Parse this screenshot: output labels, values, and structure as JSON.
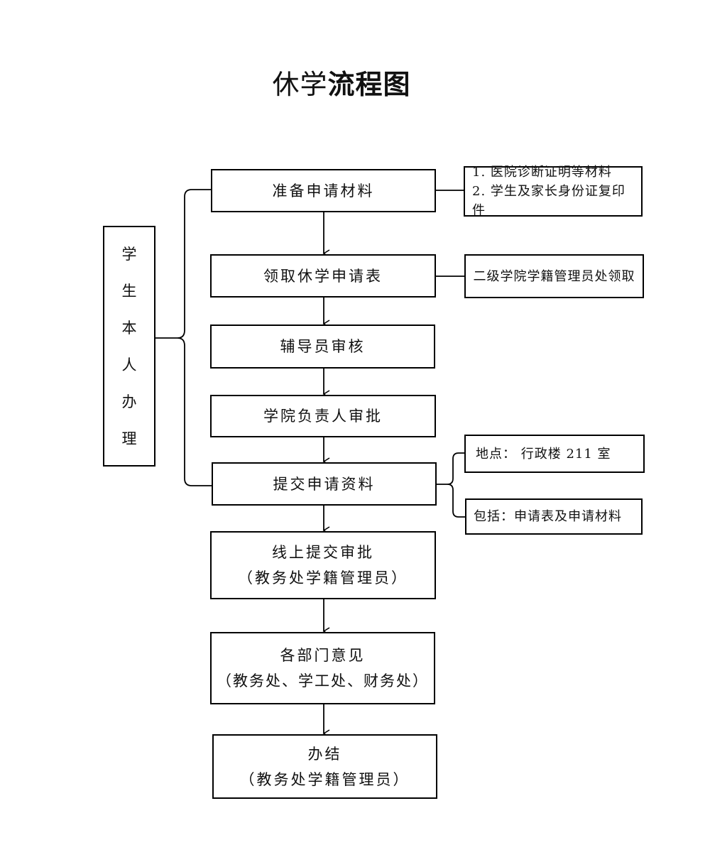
{
  "title": {
    "regular": "休学",
    "bold": "流程图"
  },
  "side_label": [
    "学",
    "生",
    "本",
    "人",
    "办",
    "理"
  ],
  "steps": [
    {
      "lines": [
        "准备申请材料"
      ]
    },
    {
      "lines": [
        "领取休学申请表"
      ]
    },
    {
      "lines": [
        "辅导员审核"
      ]
    },
    {
      "lines": [
        "学院负责人审批"
      ]
    },
    {
      "lines": [
        "提交申请资料"
      ]
    },
    {
      "lines": [
        "线上提交审批",
        "（教务处学籍管理员）"
      ]
    },
    {
      "lines": [
        "各部门意见",
        "（教务处、学工处、财务处）"
      ]
    },
    {
      "lines": [
        "办结",
        "（教务处学籍管理员）"
      ]
    }
  ],
  "notes": {
    "materials": [
      "1. 医院诊断证明等材料",
      "2. 学生及家长身份证复印件"
    ],
    "form_pickup": "二级学院学籍管理员处领取",
    "location": "地点：  行政楼 211 室",
    "includes": "包括：申请表及申请材料"
  }
}
